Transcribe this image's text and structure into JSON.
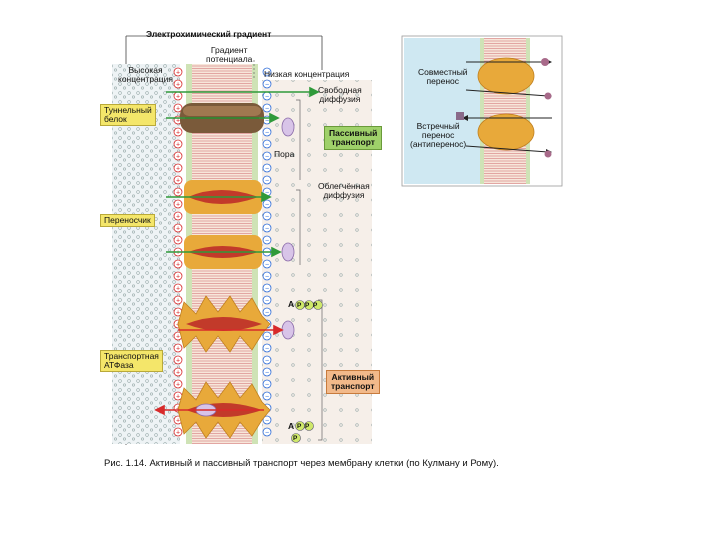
{
  "main": {
    "title": "Электрохимический градиент",
    "gradient": "Градиент\nпотенциала",
    "high": "Высокая\nконцентрация",
    "low": "Низкая концентрация",
    "free": "Свободная\nдиффузия",
    "tunnel": "Туннельный\nбелок",
    "passive": "Пассивный\nтранспорт",
    "pore": "Пора",
    "facilitated": "Облегчённая\nдиффузия",
    "carrier": "Переносчик",
    "atpase": "Транспортная\nАТФаза",
    "active": "Активный\nтранспорт",
    "atp1": "А",
    "ppp": "P P P",
    "atp2": "А",
    "pp": "P P",
    "p": "P"
  },
  "inset": {
    "symport": "Совместный\nперенос",
    "antiport": "Встречный\nперенос\n(антиперенос)"
  },
  "caption": "Рис. 1.14. Активный и пассивный транспорт через мембрану клетки (по Кулману и Рому).",
  "colors": {
    "membrane": "#f7e6da",
    "protein": "#e8a93a",
    "tunnel": "#7a5a3a",
    "channel": "#c23a2a",
    "ion": "#d8c4e8",
    "green_box": "#9fd16a",
    "orange_box": "#f2b98a",
    "label_box": "#f4e66a",
    "inset_bg": "#cfe8f2"
  }
}
